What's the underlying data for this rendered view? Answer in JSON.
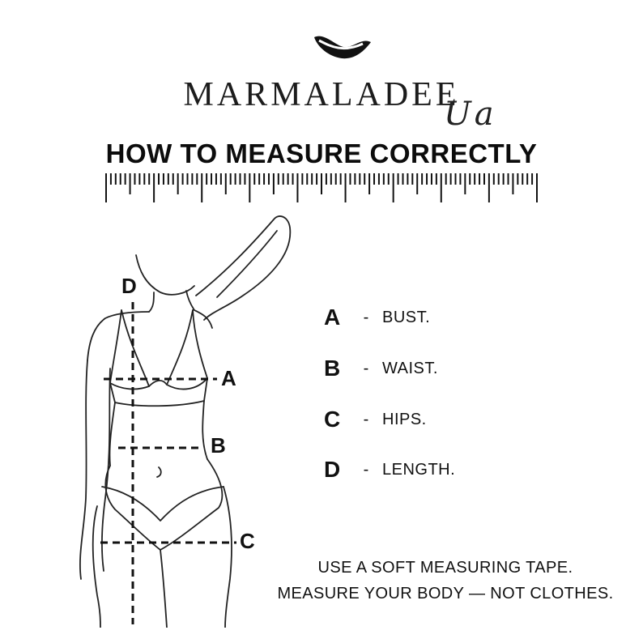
{
  "brand": {
    "name": "MARMALADEE",
    "script": "Ua",
    "logo_icon": "lips-logo-icon"
  },
  "title": "HOW TO MEASURE CORRECTLY",
  "ruler_icon": "measuring-tape-ruler-icon",
  "figure": {
    "icon": "body-outline-illustration",
    "line_labels": [
      "D",
      "A",
      "B",
      "C"
    ]
  },
  "legend": [
    {
      "letter": "A",
      "dash": "-",
      "text": "BUST."
    },
    {
      "letter": "B",
      "dash": "-",
      "text": "WAIST."
    },
    {
      "letter": "C",
      "dash": "-",
      "text": "HIPS."
    },
    {
      "letter": "D",
      "dash": "-",
      "text": "LENGTH."
    }
  ],
  "notes": [
    "USE A SOFT MEASURING TAPE.",
    "MEASURE YOUR BODY — NOT CLOTHES."
  ],
  "colors": {
    "ink": "#111111",
    "background": "#ffffff"
  }
}
